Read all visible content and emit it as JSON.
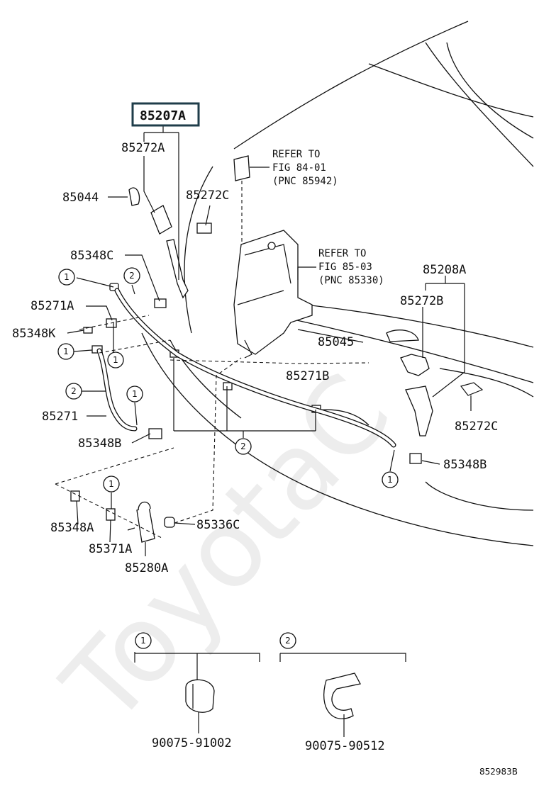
{
  "watermark": "ToyotaC",
  "highlight_part": "85207A",
  "parts": {
    "p85272A": "85272A",
    "p85044": "85044",
    "p85272C_top": "85272C",
    "p85348C": "85348C",
    "p85271A": "85271A",
    "p85348K": "85348K",
    "p85271": "85271",
    "p85348B_left": "85348B",
    "p85348A": "85348A",
    "p85371A": "85371A",
    "p85280A": "85280A",
    "p85336C": "85336C",
    "p85271B": "85271B",
    "p85045": "85045",
    "p85208A": "85208A",
    "p85272B": "85272B",
    "p85272C_right": "85272C",
    "p85348B_right": "85348B"
  },
  "refs": {
    "ref1_line1": "REFER TO",
    "ref1_line2": "FIG 84-01",
    "ref1_line3": "(PNC 85942)",
    "ref2_line1": "REFER TO",
    "ref2_line2": "FIG 85-03",
    "ref2_line3": "(PNC 85330)"
  },
  "callouts": {
    "one": "1",
    "two": "2"
  },
  "legend": {
    "item1_num": "1",
    "item1_part": "90075-91002",
    "item2_num": "2",
    "item2_part": "90075-90512"
  },
  "diagram_code": "852983B"
}
